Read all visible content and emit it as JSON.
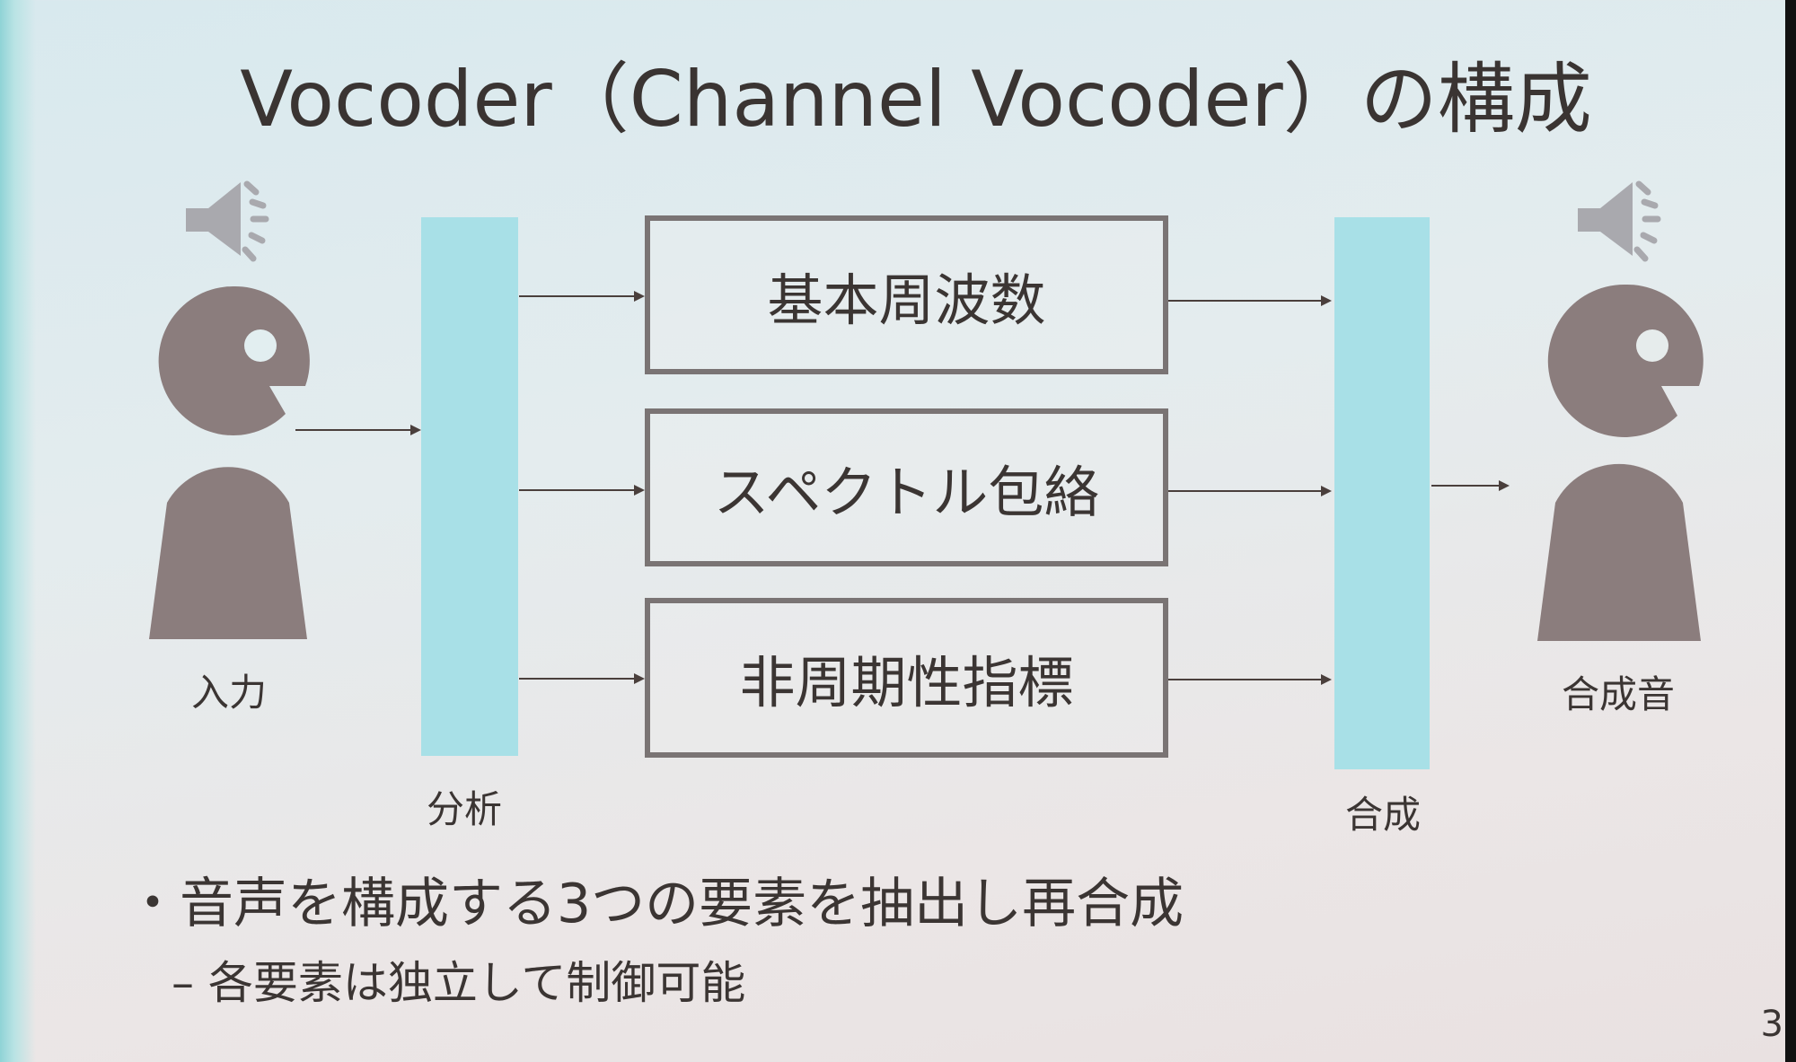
{
  "title": "Vocoder（Channel Vocoder）の構成",
  "input_label": "入力",
  "analysis_label": "分析",
  "synthesis_label": "合成",
  "output_label": "合成音",
  "boxes": [
    "基本周波数",
    "スペクトル包絡",
    "非周期性指標"
  ],
  "bullet": "・音声を構成する3つの要素を抽出し再合成",
  "sub_bullet": "– 各要素は独立して制御可能",
  "page_number": "3",
  "colors": {
    "bar": "#a8e0e7",
    "person": "#8b7d7d",
    "box_border": "#7a7474"
  }
}
